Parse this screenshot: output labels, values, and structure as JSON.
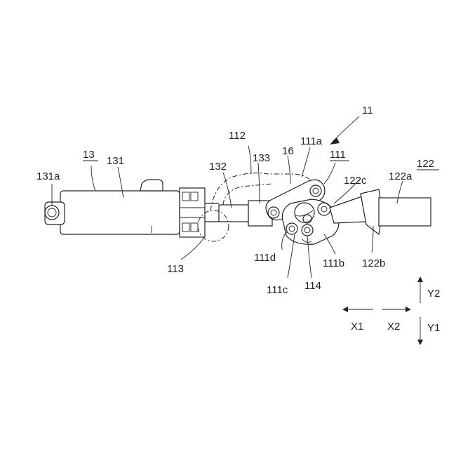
{
  "labels": {
    "assembly": "11",
    "part_13": "13",
    "part_131": "131",
    "part_131a": "131a",
    "part_132": "132",
    "part_133": "133",
    "part_112": "112",
    "part_16": "16",
    "part_111a": "111a",
    "part_111": "111",
    "part_122": "122",
    "part_122a": "122a",
    "part_122c": "122c",
    "part_122b": "122b",
    "part_111b": "111b",
    "part_111c": "111c",
    "part_111d": "111d",
    "part_114": "114",
    "part_113": "113"
  },
  "directions": {
    "x1": "X1",
    "x2": "X2",
    "y1": "Y1",
    "y2": "Y2"
  }
}
